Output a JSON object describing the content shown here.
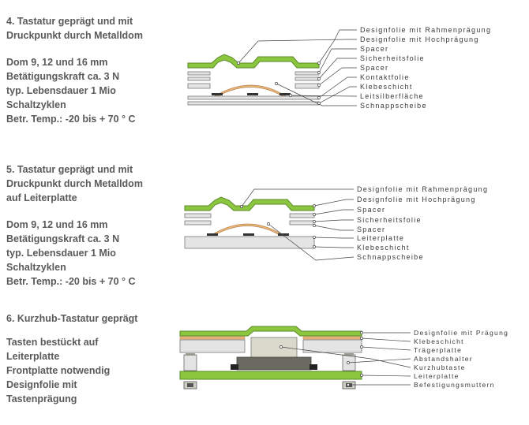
{
  "sections": [
    {
      "heading": [
        "4. Tastatur geprägt und mit",
        "Druckpunkt durch Metalldom"
      ],
      "specs": [
        "Dom 9, 12 und 16 mm",
        "Betätigungskraft ca. 3 N",
        "typ. Lebensdauer 1 Mio",
        "Schaltzyklen",
        "Betr. Temp.: -20 bis + 70 ° C"
      ],
      "labels": [
        "Designfolie mit Rahmenprägung",
        "Designfolie mit Hochprägung",
        "Spacer",
        "Sicherheitsfolie",
        "Spacer",
        "Kontaktfolie",
        "Klebeschicht",
        "Leitsilberfläche",
        "Schnappscheibe"
      ]
    },
    {
      "heading": [
        "5. Tastatur geprägt und mit",
        "Druckpunkt durch Metalldom",
        "auf Leiterplatte"
      ],
      "specs": [
        "Dom 9, 12 und 16 mm",
        "Betätigungskraft ca. 3 N",
        "typ. Lebensdauer 1 Mio",
        "Schaltzyklen",
        "Betr. Temp.: -20 bis + 70 ° C"
      ],
      "labels": [
        "Designfolie mit Rahmenprägung",
        "Designfolie mit Hochprägung",
        "Spacer",
        "Sicherheitsfolie",
        "Spacer",
        "Leiterplatte",
        "Klebeschicht",
        "Schnappscheibe"
      ]
    },
    {
      "heading": [
        "6. Kurzhub-Tastatur geprägt"
      ],
      "specs": [
        "Tasten bestückt auf",
        "Leiterplatte",
        "Frontplatte notwendig",
        "Designfolie mit",
        "Tastenprägung"
      ],
      "labels": [
        "Designfolie mit Prägung",
        "Klebeschicht",
        "Trägerplatte",
        "Abstandshalter",
        "Kurzhubtaste",
        "Leiterplatte",
        "Befestigungsmuttern"
      ]
    }
  ],
  "colors": {
    "text": "#5a5a5a",
    "green": "#8cc63f",
    "green_dark": "#5a8a2a",
    "orange": "#f0b878",
    "gray_light": "#e4e4e4",
    "gray_dark": "#6a6a60",
    "line": "#444444"
  }
}
